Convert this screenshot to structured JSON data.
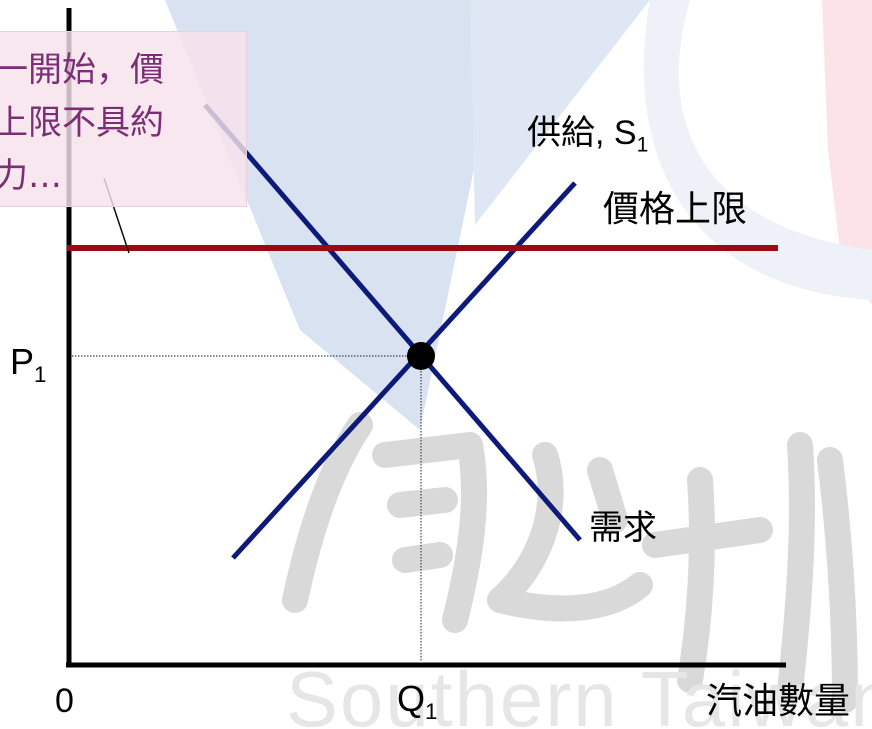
{
  "watermark": {
    "text": "Southern Taiwan",
    "logo_colors": {
      "blue": "#d8e2f1",
      "red": "#fbe3e7",
      "gray": "#d9d9d9"
    }
  },
  "diagram": {
    "axes": {
      "color": "#000000",
      "origin_label": "0",
      "x_axis_title": "汽油數量"
    },
    "supply": {
      "label_prefix": "供給, S",
      "label_sub": "1",
      "color": "#0d1a7a"
    },
    "demand": {
      "label": "需求",
      "color": "#0d1a7a"
    },
    "price_ceiling": {
      "label": "價格上限",
      "color": "#9b0a12"
    },
    "equilibrium": {
      "price_label_main": "P",
      "price_label_sub": "1",
      "quantity_label_main": "Q",
      "quantity_label_sub": "1"
    },
    "callout": {
      "text": "一開始，價\n上限不具約\n力…"
    }
  }
}
